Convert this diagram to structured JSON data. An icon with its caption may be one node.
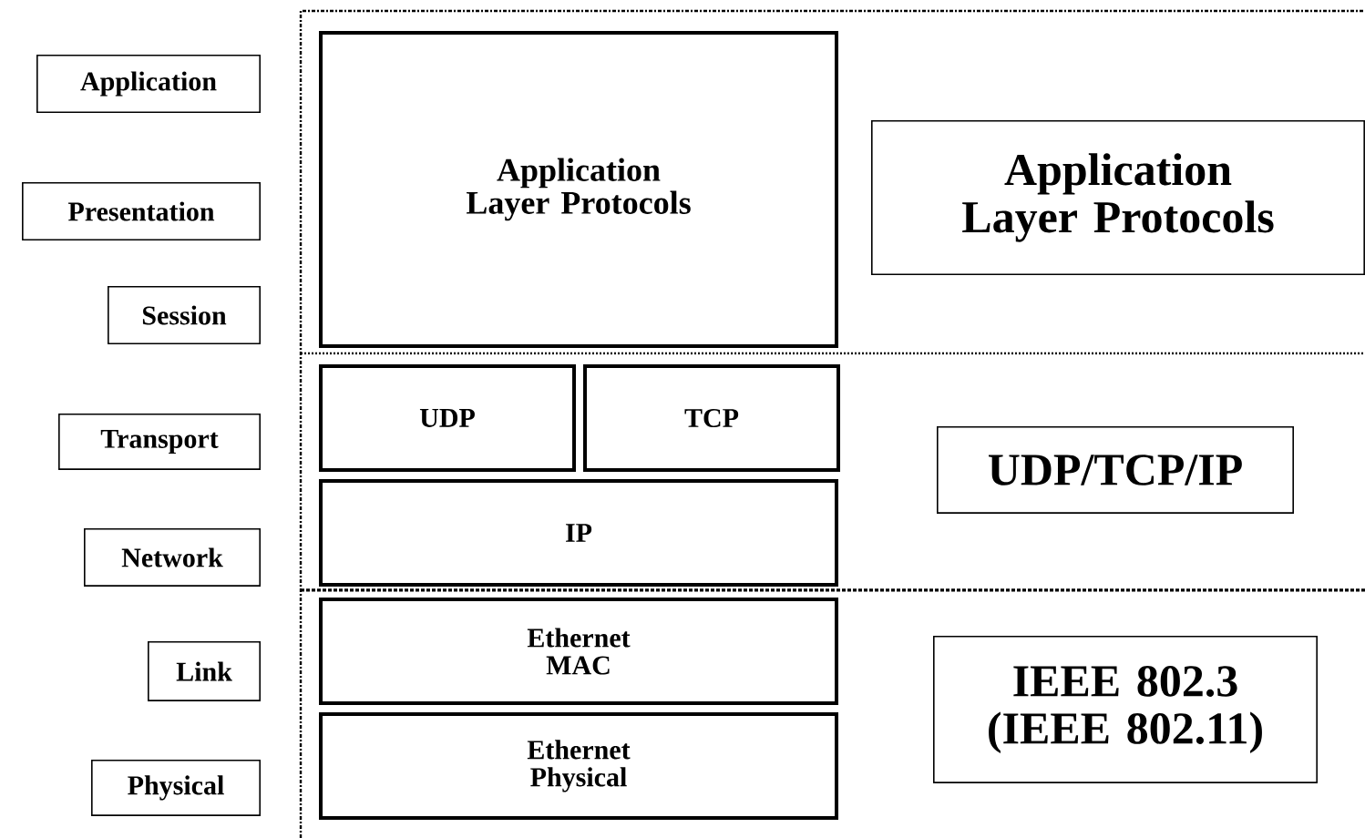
{
  "diagram": {
    "nodes": [
      {
        "text": [
          "Application"
        ]
      },
      {
        "text": [
          "Presentation"
        ]
      },
      {
        "text": [
          "Session"
        ]
      },
      {
        "text": [
          "Transport"
        ]
      },
      {
        "text": [
          "Network"
        ]
      },
      {
        "text": [
          "Link"
        ]
      },
      {
        "text": [
          "Physical"
        ]
      },
      {
        "text": [
          "Application Layer Protocols"
        ]
      },
      {
        "text": [
          "UDP"
        ]
      },
      {
        "text": [
          "TCP"
        ]
      },
      {
        "text": [
          "IP"
        ]
      },
      {
        "text": [
          "Ethernet MAC"
        ]
      },
      {
        "text": [
          "Ethernet Physical"
        ]
      },
      {
        "text": [
          "Application Layer Protocols"
        ]
      },
      {
        "text": [
          "UDP/TCP/IP"
        ]
      },
      {
        "text": [
          "IEEE 802.3 (IEEE 802.11)"
        ]
      }
    ],
    "edges": []
  }
}
